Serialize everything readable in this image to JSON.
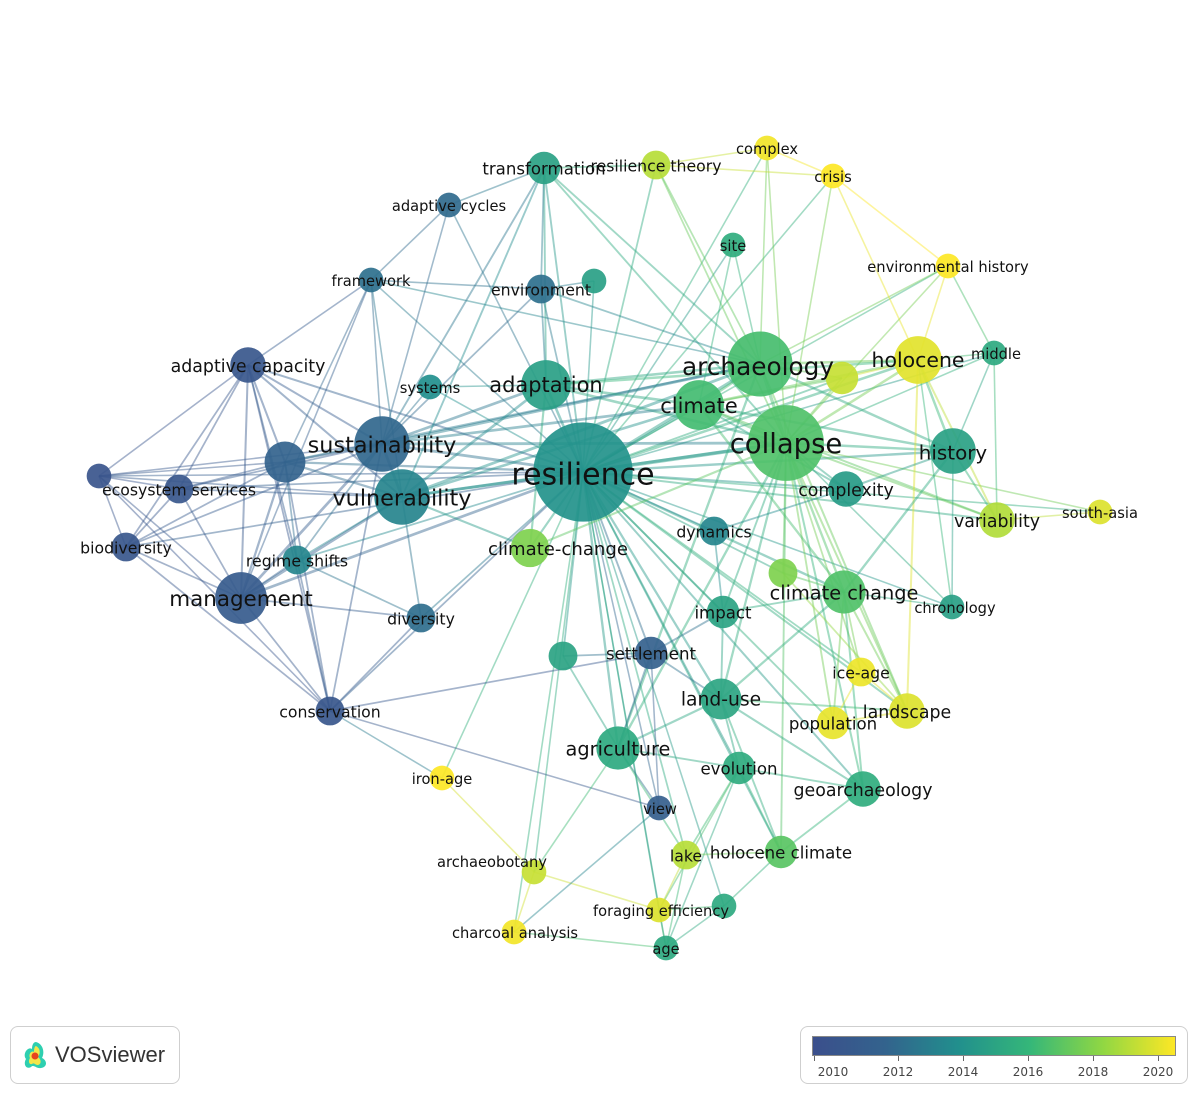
{
  "colors": {
    "2010": "#3b4f8c",
    "2012": "#33638d",
    "2014": "#218f8d",
    "2016": "#35b779",
    "2018": "#90d743",
    "2020": "#fde725"
  },
  "nodes": [
    {
      "id": "resilience",
      "label": "resilience",
      "weight": 50,
      "year": 2014.2
    },
    {
      "id": "collapse",
      "label": "collapse",
      "weight": 28,
      "year": 2016.6
    },
    {
      "id": "archaeology",
      "label": "archaeology",
      "weight": 20,
      "year": 2016.4
    },
    {
      "id": "sustainability",
      "label": "sustainability",
      "weight": 14,
      "year": 2012.2
    },
    {
      "id": "vulnerability",
      "label": "vulnerability",
      "weight": 14,
      "year": 2013.5
    },
    {
      "id": "management",
      "label": "management",
      "weight": 12,
      "year": 2011.2
    },
    {
      "id": "adaptation",
      "label": "adaptation",
      "weight": 11,
      "year": 2014.8
    },
    {
      "id": "climate",
      "label": "climate",
      "weight": 11,
      "year": 2016.3
    },
    {
      "id": "holocene",
      "label": "holocene",
      "weight": 10,
      "year": 2019.5
    },
    {
      "id": "history",
      "label": "history",
      "weight": 9,
      "year": 2014.9
    },
    {
      "id": "climate change",
      "label": "climate change",
      "weight": 8,
      "year": 2016.6
    },
    {
      "id": "agriculture",
      "label": "agriculture",
      "weight": 8,
      "year": 2015.3
    },
    {
      "id": "land-use",
      "label": "land-use",
      "weight": 7,
      "year": 2015.1
    },
    {
      "id": "climate-change",
      "label": "climate-change",
      "weight": 6,
      "year": 2017.6
    },
    {
      "id": "variability",
      "label": "variability",
      "weight": 5,
      "year": 2018.6
    },
    {
      "id": "geoarchaeology",
      "label": "geoarchaeology",
      "weight": 5,
      "year": 2015.5
    },
    {
      "id": "landscape",
      "label": "landscape",
      "weight": 5,
      "year": 2019.4
    },
    {
      "id": "adaptive capacity",
      "label": "adaptive capacity",
      "weight": 5,
      "year": 2010.8
    },
    {
      "id": "complexity",
      "label": "complexity",
      "weight": 5,
      "year": 2014.6
    },
    {
      "id": "transformation",
      "label": "transformation",
      "weight": 4,
      "year": 2014.9
    },
    {
      "id": "impact",
      "label": "impact",
      "weight": 4,
      "year": 2015.0
    },
    {
      "id": "settlement",
      "label": "settlement",
      "weight": 4,
      "year": 2011.8
    },
    {
      "id": "evolution",
      "label": "evolution",
      "weight": 4,
      "year": 2015.4
    },
    {
      "id": "holocene climate",
      "label": "holocene climate",
      "weight": 4,
      "year": 2016.8
    },
    {
      "id": "population",
      "label": "population",
      "weight": 4,
      "year": 2019.6
    },
    {
      "id": "ice-age",
      "label": "ice-age",
      "weight": 3,
      "year": 2019.7
    },
    {
      "id": "lake",
      "label": "lake",
      "weight": 3,
      "year": 2018.7
    },
    {
      "id": "dynamics",
      "label": "dynamics",
      "weight": 3,
      "year": 2013.6
    },
    {
      "id": "regime shifts",
      "label": "regime shifts",
      "weight": 3,
      "year": 2013.6
    },
    {
      "id": "ecosystem services",
      "label": "ecosystem services",
      "weight": 3,
      "year": 2010.8
    },
    {
      "id": "biodiversity",
      "label": "biodiversity",
      "weight": 3,
      "year": 2010.8
    },
    {
      "id": "conservation",
      "label": "conservation",
      "weight": 3,
      "year": 2010.8
    },
    {
      "id": "diversity",
      "label": "diversity",
      "weight": 3,
      "year": 2012.5
    },
    {
      "id": "framework",
      "label": "framework",
      "weight": 2,
      "year": 2012.6
    },
    {
      "id": "environment",
      "label": "environment",
      "weight": 3,
      "year": 2012.6
    },
    {
      "id": "systems",
      "label": "systems",
      "weight": 2,
      "year": 2014.0
    },
    {
      "id": "adaptive cycles",
      "label": "adaptive cycles",
      "weight": 2,
      "year": 2012.3
    },
    {
      "id": "resilience theory",
      "label": "resilience theory",
      "weight": 3,
      "year": 2018.7
    },
    {
      "id": "complex",
      "label": "complex",
      "weight": 2,
      "year": 2019.8
    },
    {
      "id": "crisis",
      "label": "crisis",
      "weight": 2,
      "year": 2020.0
    },
    {
      "id": "site",
      "label": "site",
      "weight": 2,
      "year": 2015.5
    },
    {
      "id": "environmental history",
      "label": "environmental history",
      "weight": 2,
      "year": 2020.0
    },
    {
      "id": "middle",
      "label": "middle",
      "weight": 2,
      "year": 2015.3
    },
    {
      "id": "south-asia",
      "label": "south-asia",
      "weight": 2,
      "year": 2019.4
    },
    {
      "id": "chronology",
      "label": "chronology",
      "weight": 2,
      "year": 2014.8
    },
    {
      "id": "iron-age",
      "label": "iron-age",
      "weight": 2,
      "year": 2020.0
    },
    {
      "id": "view",
      "label": "view",
      "weight": 2,
      "year": 2011.5
    },
    {
      "id": "archaeobotany",
      "label": "archaeobotany",
      "weight": 2,
      "year": 2019.0
    },
    {
      "id": "foraging efficiency",
      "label": "foraging efficiency",
      "weight": 2,
      "year": 2019.4
    },
    {
      "id": "charcoal analysis",
      "label": "charcoal analysis",
      "weight": 2,
      "year": 2019.8
    },
    {
      "id": "age",
      "label": "age",
      "weight": 2,
      "year": 2015.3
    },
    {
      "id": "u1",
      "label": "",
      "weight": 7,
      "year": 2012.0
    },
    {
      "id": "u2",
      "label": "",
      "weight": 2,
      "year": 2010.6
    },
    {
      "id": "u3",
      "label": "",
      "weight": 2,
      "year": 2014.8
    },
    {
      "id": "u4",
      "label": "",
      "weight": 4,
      "year": 2019.0
    },
    {
      "id": "u5",
      "label": "",
      "weight": 3,
      "year": 2015.0
    },
    {
      "id": "u6",
      "label": "",
      "weight": 3,
      "year": 2017.6
    },
    {
      "id": "u7",
      "label": "",
      "weight": 2,
      "year": 2015.3
    }
  ],
  "edges": [
    [
      "resilience",
      "collapse"
    ],
    [
      "resilience",
      "archaeology"
    ],
    [
      "resilience",
      "sustainability"
    ],
    [
      "resilience",
      "vulnerability"
    ],
    [
      "resilience",
      "management"
    ],
    [
      "resilience",
      "adaptation"
    ],
    [
      "resilience",
      "climate"
    ],
    [
      "resilience",
      "holocene"
    ],
    [
      "resilience",
      "history"
    ],
    [
      "resilience",
      "climate change"
    ],
    [
      "resilience",
      "agriculture"
    ],
    [
      "resilience",
      "land-use"
    ],
    [
      "resilience",
      "climate-change"
    ],
    [
      "resilience",
      "variability"
    ],
    [
      "resilience",
      "geoarchaeology"
    ],
    [
      "resilience",
      "landscape"
    ],
    [
      "resilience",
      "adaptive capacity"
    ],
    [
      "resilience",
      "complexity"
    ],
    [
      "resilience",
      "transformation"
    ],
    [
      "resilience",
      "impact"
    ],
    [
      "resilience",
      "settlement"
    ],
    [
      "resilience",
      "evolution"
    ],
    [
      "resilience",
      "holocene climate"
    ],
    [
      "resilience",
      "population"
    ],
    [
      "resilience",
      "ice-age"
    ],
    [
      "resilience",
      "lake"
    ],
    [
      "resilience",
      "dynamics"
    ],
    [
      "resilience",
      "regime shifts"
    ],
    [
      "resilience",
      "ecosystem services"
    ],
    [
      "resilience",
      "biodiversity"
    ],
    [
      "resilience",
      "conservation"
    ],
    [
      "resilience",
      "diversity"
    ],
    [
      "resilience",
      "framework"
    ],
    [
      "resilience",
      "environment"
    ],
    [
      "resilience",
      "systems"
    ],
    [
      "resilience",
      "adaptive cycles"
    ],
    [
      "resilience",
      "resilience theory"
    ],
    [
      "resilience",
      "complex"
    ],
    [
      "resilience",
      "crisis"
    ],
    [
      "resilience",
      "site"
    ],
    [
      "resilience",
      "environmental history"
    ],
    [
      "resilience",
      "middle"
    ],
    [
      "resilience",
      "south-asia"
    ],
    [
      "resilience",
      "chronology"
    ],
    [
      "resilience",
      "iron-age"
    ],
    [
      "resilience",
      "view"
    ],
    [
      "resilience",
      "archaeobotany"
    ],
    [
      "resilience",
      "foraging efficiency"
    ],
    [
      "resilience",
      "charcoal analysis"
    ],
    [
      "resilience",
      "age"
    ],
    [
      "resilience",
      "u1"
    ],
    [
      "resilience",
      "u2"
    ],
    [
      "resilience",
      "u3"
    ],
    [
      "resilience",
      "u4"
    ],
    [
      "resilience",
      "u5"
    ],
    [
      "resilience",
      "u6"
    ],
    [
      "resilience",
      "u7"
    ],
    [
      "collapse",
      "archaeology"
    ],
    [
      "collapse",
      "climate"
    ],
    [
      "collapse",
      "holocene"
    ],
    [
      "collapse",
      "history"
    ],
    [
      "collapse",
      "climate change"
    ],
    [
      "collapse",
      "complexity"
    ],
    [
      "collapse",
      "variability"
    ],
    [
      "collapse",
      "landscape"
    ],
    [
      "collapse",
      "population"
    ],
    [
      "collapse",
      "crisis"
    ],
    [
      "collapse",
      "environmental history"
    ],
    [
      "collapse",
      "adaptation"
    ],
    [
      "collapse",
      "sustainability"
    ],
    [
      "collapse",
      "vulnerability"
    ],
    [
      "collapse",
      "agriculture"
    ],
    [
      "collapse",
      "land-use"
    ],
    [
      "collapse",
      "ice-age"
    ],
    [
      "collapse",
      "middle"
    ],
    [
      "collapse",
      "south-asia"
    ],
    [
      "collapse",
      "chronology"
    ],
    [
      "collapse",
      "geoarchaeology"
    ],
    [
      "collapse",
      "holocene climate"
    ],
    [
      "collapse",
      "impact"
    ],
    [
      "collapse",
      "u4"
    ],
    [
      "collapse",
      "u6"
    ],
    [
      "collapse",
      "transformation"
    ],
    [
      "collapse",
      "resilience theory"
    ],
    [
      "collapse",
      "complex"
    ],
    [
      "collapse",
      "climate-change"
    ],
    [
      "archaeology",
      "climate"
    ],
    [
      "archaeology",
      "holocene"
    ],
    [
      "archaeology",
      "adaptation"
    ],
    [
      "archaeology",
      "sustainability"
    ],
    [
      "archaeology",
      "transformation"
    ],
    [
      "archaeology",
      "resilience theory"
    ],
    [
      "archaeology",
      "complex"
    ],
    [
      "archaeology",
      "site"
    ],
    [
      "archaeology",
      "environment"
    ],
    [
      "archaeology",
      "history"
    ],
    [
      "archaeology",
      "landscape"
    ],
    [
      "archaeology",
      "agriculture"
    ],
    [
      "archaeology",
      "vulnerability"
    ],
    [
      "archaeology",
      "framework"
    ],
    [
      "archaeology",
      "u1"
    ],
    [
      "archaeology",
      "u4"
    ],
    [
      "archaeology",
      "environmental history"
    ],
    [
      "sustainability",
      "vulnerability"
    ],
    [
      "sustainability",
      "management"
    ],
    [
      "sustainability",
      "adaptive capacity"
    ],
    [
      "sustainability",
      "ecosystem services"
    ],
    [
      "sustainability",
      "biodiversity"
    ],
    [
      "sustainability",
      "u1"
    ],
    [
      "sustainability",
      "framework"
    ],
    [
      "sustainability",
      "adaptive cycles"
    ],
    [
      "sustainability",
      "adaptation"
    ],
    [
      "sustainability",
      "environment"
    ],
    [
      "sustainability",
      "transformation"
    ],
    [
      "sustainability",
      "u2"
    ],
    [
      "sustainability",
      "regime shifts"
    ],
    [
      "sustainability",
      "conservation"
    ],
    [
      "sustainability",
      "climate"
    ],
    [
      "sustainability",
      "systems"
    ],
    [
      "vulnerability",
      "adaptation"
    ],
    [
      "vulnerability",
      "management"
    ],
    [
      "vulnerability",
      "adaptive capacity"
    ],
    [
      "vulnerability",
      "u1"
    ],
    [
      "vulnerability",
      "climate-change"
    ],
    [
      "vulnerability",
      "regime shifts"
    ],
    [
      "vulnerability",
      "diversity"
    ],
    [
      "vulnerability",
      "framework"
    ],
    [
      "vulnerability",
      "transformation"
    ],
    [
      "vulnerability",
      "climate"
    ],
    [
      "vulnerability",
      "u2"
    ],
    [
      "vulnerability",
      "ecosystem services"
    ],
    [
      "management",
      "adaptive capacity"
    ],
    [
      "management",
      "ecosystem services"
    ],
    [
      "management",
      "biodiversity"
    ],
    [
      "management",
      "conservation"
    ],
    [
      "management",
      "regime shifts"
    ],
    [
      "management",
      "u1"
    ],
    [
      "management",
      "u2"
    ],
    [
      "management",
      "diversity"
    ],
    [
      "management",
      "framework"
    ],
    [
      "adaptive capacity",
      "u1"
    ],
    [
      "adaptive capacity",
      "u2"
    ],
    [
      "adaptive capacity",
      "ecosystem services"
    ],
    [
      "adaptive capacity",
      "biodiversity"
    ],
    [
      "adaptive capacity",
      "conservation"
    ],
    [
      "adaptive capacity",
      "framework"
    ],
    [
      "adaptive capacity",
      "regime shifts"
    ],
    [
      "u1",
      "ecosystem services"
    ],
    [
      "u1",
      "biodiversity"
    ],
    [
      "u1",
      "conservation"
    ],
    [
      "u1",
      "regime shifts"
    ],
    [
      "u1",
      "u2"
    ],
    [
      "u1",
      "framework"
    ],
    [
      "u2",
      "ecosystem services"
    ],
    [
      "u2",
      "biodiversity"
    ],
    [
      "u2",
      "conservation"
    ],
    [
      "ecosystem services",
      "biodiversity"
    ],
    [
      "biodiversity",
      "conservation"
    ],
    [
      "conservation",
      "regime shifts"
    ],
    [
      "conservation",
      "diversity"
    ],
    [
      "conservation",
      "iron-age"
    ],
    [
      "conservation",
      "view"
    ],
    [
      "conservation",
      "settlement"
    ],
    [
      "adaptation",
      "climate"
    ],
    [
      "adaptation",
      "transformation"
    ],
    [
      "adaptation",
      "climate-change"
    ],
    [
      "adaptation",
      "environment"
    ],
    [
      "adaptation",
      "systems"
    ],
    [
      "adaptation",
      "holocene"
    ],
    [
      "climate",
      "holocene"
    ],
    [
      "climate",
      "history"
    ],
    [
      "climate",
      "climate change"
    ],
    [
      "climate",
      "variability"
    ],
    [
      "climate",
      "complexity"
    ],
    [
      "climate",
      "site"
    ],
    [
      "climate",
      "u4"
    ],
    [
      "holocene",
      "history"
    ],
    [
      "holocene",
      "variability"
    ],
    [
      "holocene",
      "middle"
    ],
    [
      "holocene",
      "environmental history"
    ],
    [
      "holocene",
      "crisis"
    ],
    [
      "holocene",
      "landscape"
    ],
    [
      "holocene",
      "chronology"
    ],
    [
      "holocene",
      "u4"
    ],
    [
      "history",
      "variability"
    ],
    [
      "history",
      "complexity"
    ],
    [
      "history",
      "middle"
    ],
    [
      "history",
      "chronology"
    ],
    [
      "history",
      "climate change"
    ],
    [
      "variability",
      "south-asia"
    ],
    [
      "variability",
      "middle"
    ],
    [
      "climate change",
      "landscape"
    ],
    [
      "climate change",
      "population"
    ],
    [
      "climate change",
      "ice-age"
    ],
    [
      "climate change",
      "impact"
    ],
    [
      "climate change",
      "land-use"
    ],
    [
      "climate change",
      "geoarchaeology"
    ],
    [
      "climate change",
      "chronology"
    ],
    [
      "land-use",
      "agriculture"
    ],
    [
      "land-use",
      "impact"
    ],
    [
      "land-use",
      "evolution"
    ],
    [
      "land-use",
      "geoarchaeology"
    ],
    [
      "land-use",
      "landscape"
    ],
    [
      "land-use",
      "settlement"
    ],
    [
      "land-use",
      "holocene climate"
    ],
    [
      "agriculture",
      "evolution"
    ],
    [
      "agriculture",
      "settlement"
    ],
    [
      "agriculture",
      "u5"
    ],
    [
      "agriculture",
      "view"
    ],
    [
      "agriculture",
      "lake"
    ],
    [
      "agriculture",
      "archaeobotany"
    ],
    [
      "evolution",
      "geoarchaeology"
    ],
    [
      "evolution",
      "holocene climate"
    ],
    [
      "evolution",
      "lake"
    ],
    [
      "evolution",
      "age"
    ],
    [
      "evolution",
      "foraging efficiency"
    ],
    [
      "holocene climate",
      "lake"
    ],
    [
      "holocene climate",
      "u7"
    ],
    [
      "holocene climate",
      "geoarchaeology"
    ],
    [
      "lake",
      "foraging efficiency"
    ],
    [
      "lake",
      "age"
    ],
    [
      "age",
      "charcoal analysis"
    ],
    [
      "age",
      "u7"
    ],
    [
      "age",
      "foraging efficiency"
    ],
    [
      "foraging efficiency",
      "u7"
    ],
    [
      "archaeobotany",
      "charcoal analysis"
    ],
    [
      "archaeobotany",
      "iron-age"
    ],
    [
      "archaeobotany",
      "foraging efficiency"
    ],
    [
      "charcoal analysis",
      "view"
    ],
    [
      "impact",
      "dynamics"
    ],
    [
      "impact",
      "settlement"
    ],
    [
      "dynamics",
      "complexity"
    ],
    [
      "transformation",
      "resilience theory"
    ],
    [
      "transformation",
      "environment"
    ],
    [
      "transformation",
      "adaptive cycles"
    ],
    [
      "resilience theory",
      "complex"
    ],
    [
      "resilience theory",
      "crisis"
    ],
    [
      "complex",
      "crisis"
    ],
    [
      "crisis",
      "environmental history"
    ],
    [
      "environmental history",
      "middle"
    ],
    [
      "environment",
      "u3"
    ],
    [
      "environment",
      "framework"
    ],
    [
      "adaptive cycles",
      "framework"
    ],
    [
      "population",
      "ice-age"
    ],
    [
      "population",
      "landscape"
    ],
    [
      "landscape",
      "ice-age"
    ],
    [
      "landscape",
      "u6"
    ],
    [
      "u6",
      "climate change"
    ],
    [
      "u5",
      "settlement"
    ],
    [
      "settlement",
      "view"
    ],
    [
      "diversity",
      "regime shifts"
    ]
  ],
  "legend": {
    "ticks": [
      "2010",
      "2012",
      "2014",
      "2016",
      "2018",
      "2020"
    ]
  },
  "logo": {
    "text": "VOSviewer"
  }
}
